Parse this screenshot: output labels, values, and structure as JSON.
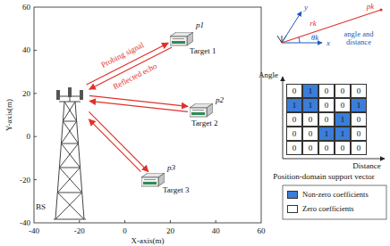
{
  "diagram": {
    "nodes": [
      {
        "text": [
          "BS"
        ]
      },
      {
        "text": [
          "p1",
          "Target 1"
        ]
      },
      {
        "text": [
          "p2",
          "Target 2"
        ]
      },
      {
        "text": [
          "p3",
          "Target 3"
        ]
      }
    ],
    "edges": [
      {
        "from": 0,
        "to": 1,
        "arrow": "to",
        "label": "Probing signal"
      },
      {
        "from": 1,
        "to": 0,
        "arrow": "to",
        "label": "Reflected echo"
      },
      {
        "from": 0,
        "to": 2,
        "arrow": "to"
      },
      {
        "from": 2,
        "to": 0,
        "arrow": "to"
      },
      {
        "from": 0,
        "to": 3,
        "arrow": "to"
      },
      {
        "from": 3,
        "to": 0,
        "arrow": "to"
      }
    ],
    "labels": [
      "60",
      "40",
      "20",
      "0",
      "-20",
      "-40",
      "-40",
      "-20",
      "0",
      "20",
      "40",
      "60",
      "Y-axis(m)",
      "X-axis(m)",
      "x",
      "y",
      "pk",
      "rk",
      "θk",
      "angle and distance",
      "Angle",
      "0",
      "1",
      "0",
      "0",
      "0",
      "1",
      "1",
      "0",
      "0",
      "1",
      "0",
      "0",
      "0",
      "1",
      "0",
      "0",
      "0",
      "1",
      "1",
      "0",
      "0",
      "0",
      "0",
      "0",
      "0",
      "Distance",
      "Position-domain support vector"
    ],
    "legend": [
      {
        "text": "Non-zero coefficients",
        "color": "#3b7dd8"
      },
      {
        "text": "Zero coefficients",
        "color": "#ffffff"
      }
    ]
  }
}
